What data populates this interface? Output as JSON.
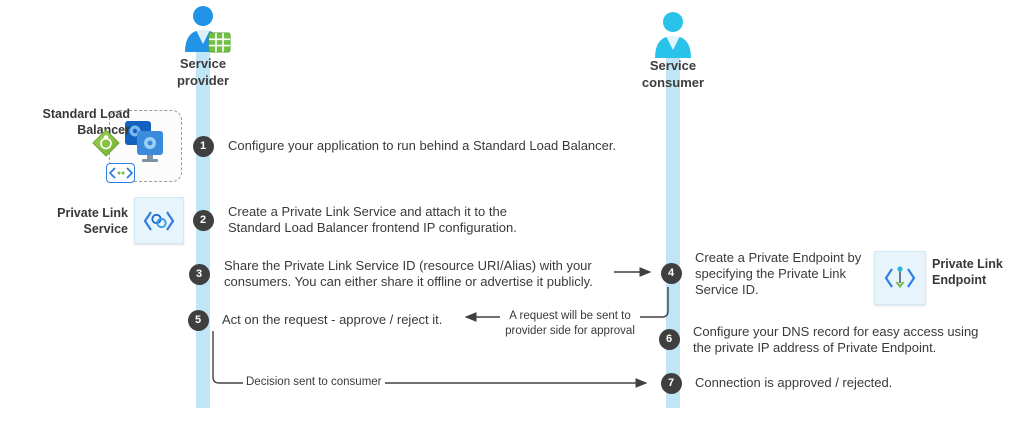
{
  "actors": {
    "provider": {
      "label_line1": "Service",
      "label_line2": "provider"
    },
    "consumer": {
      "label_line1": "Service",
      "label_line2": "consumer"
    }
  },
  "resources": {
    "standard_load_balancer": {
      "label_line1": "Standard Load",
      "label_line2": "Balancer"
    },
    "private_link_service": {
      "label_line1": "Private Link",
      "label_line2": "Service"
    },
    "private_link_endpoint": {
      "label_line1": "Private Link",
      "label_line2": "Endpoint"
    }
  },
  "steps": [
    {
      "num": "1",
      "lane": "provider",
      "lines": [
        "Configure your application to run behind a Standard Load Balancer."
      ]
    },
    {
      "num": "2",
      "lane": "provider",
      "lines": [
        "Create a Private Link Service and attach it to the",
        "Standard Load Balancer frontend IP configuration."
      ]
    },
    {
      "num": "3",
      "lane": "provider",
      "lines": [
        "Share the Private Link Service ID (resource URI/Alias) with your",
        "consumers. You can either share it offline or advertise it publicly."
      ]
    },
    {
      "num": "4",
      "lane": "consumer",
      "lines": [
        "Create a Private Endpoint by",
        "specifying the Private Link",
        "Service ID."
      ]
    },
    {
      "num": "5",
      "lane": "provider",
      "lines": [
        "Act on the request - approve / reject it."
      ]
    },
    {
      "num": "6",
      "lane": "consumer",
      "lines": [
        "Configure your DNS record for easy access using",
        "the private IP address of Private Endpoint."
      ]
    },
    {
      "num": "7",
      "lane": "consumer",
      "lines": [
        "Connection is approved / rejected."
      ]
    }
  ],
  "connector_notes": {
    "request_line1": "A request will be sent to",
    "request_line2": "provider side for approval",
    "decision_label": "Decision sent to consumer"
  },
  "icons": {
    "service_provider": "person-blue-with-green-grid",
    "service_consumer": "person-cyan",
    "load_balancer": "green-diamond",
    "virtual_machines": "blue-overlapping-vm-tiles",
    "private_link_chip": "angle-brackets-green-dots",
    "private_link_service": "angle-brackets-linked-rings",
    "private_link_endpoint": "angle-brackets-pin"
  },
  "colors": {
    "lane": "#bfe5f7",
    "step_circle": "#3f3f3f",
    "text": "#3a3a3a",
    "arrow": "#404040",
    "accent_blue": "#2e7fe0",
    "icon_tile_bg": "#e8f4fc",
    "provider_person": "#2193e6",
    "consumer_person": "#29c2ea",
    "grid_green": "#72c045",
    "diamond_green": "#86c24a",
    "ring_blue": "#1b69cf",
    "teal_dot": "#28b7d9",
    "green_dot": "#7ab648"
  }
}
